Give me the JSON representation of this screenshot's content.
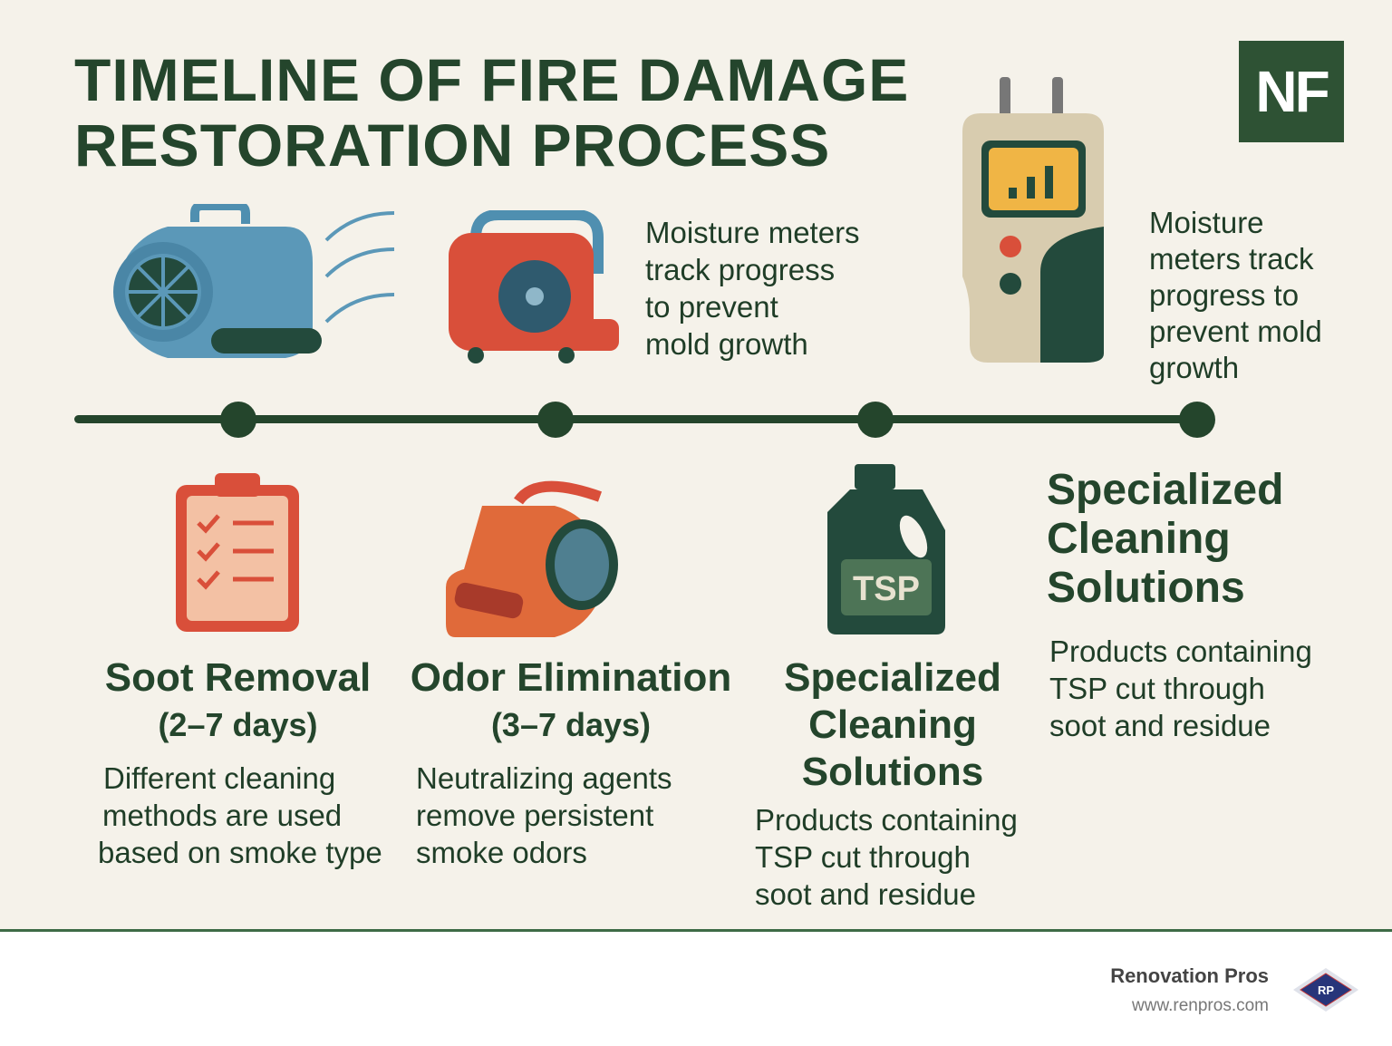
{
  "title": {
    "line1": "TIMELINE OF FIRE DAMAGE",
    "line2": "RESTORATION PROCESS"
  },
  "logo_badge": "NF",
  "top_notes": [
    {
      "lines": [
        "Moisture meters",
        "track progress",
        "to prevent",
        "mold growth"
      ]
    },
    {
      "lines": [
        "Moisture",
        "meters track",
        "progress to",
        "prevent mold",
        "growth"
      ]
    }
  ],
  "steps": [
    {
      "title": "Soot Removal",
      "duration": "(2–7 days)",
      "lines": [
        "Different cleaning",
        "methods are used",
        "based on smoke type"
      ]
    },
    {
      "title": "Odor Elimination",
      "duration": "(3–7 days)",
      "lines": [
        "Neutralizing agents",
        "remove persistent",
        "smoke odors"
      ]
    },
    {
      "title_lines": [
        "Specialized",
        "Cleaning",
        "Solutions"
      ],
      "lines": [
        "Products containing",
        "TSP cut through",
        "soot and residue"
      ],
      "bottle_label": "TSP"
    },
    {
      "title_lines": [
        "Specialized",
        "Cleaning",
        "Solutions"
      ],
      "lines": [
        "Products containing",
        "TSP cut through",
        "soot and residue"
      ]
    }
  ],
  "footer": {
    "brand": "Renovation Pros",
    "url": "www.renpros.com",
    "logo_text": "RP"
  },
  "colors": {
    "green": "#24452c",
    "background": "#f5f2ea",
    "blue": "#4f8fb0",
    "red": "#d94f3a",
    "orange": "#e06a3a"
  }
}
